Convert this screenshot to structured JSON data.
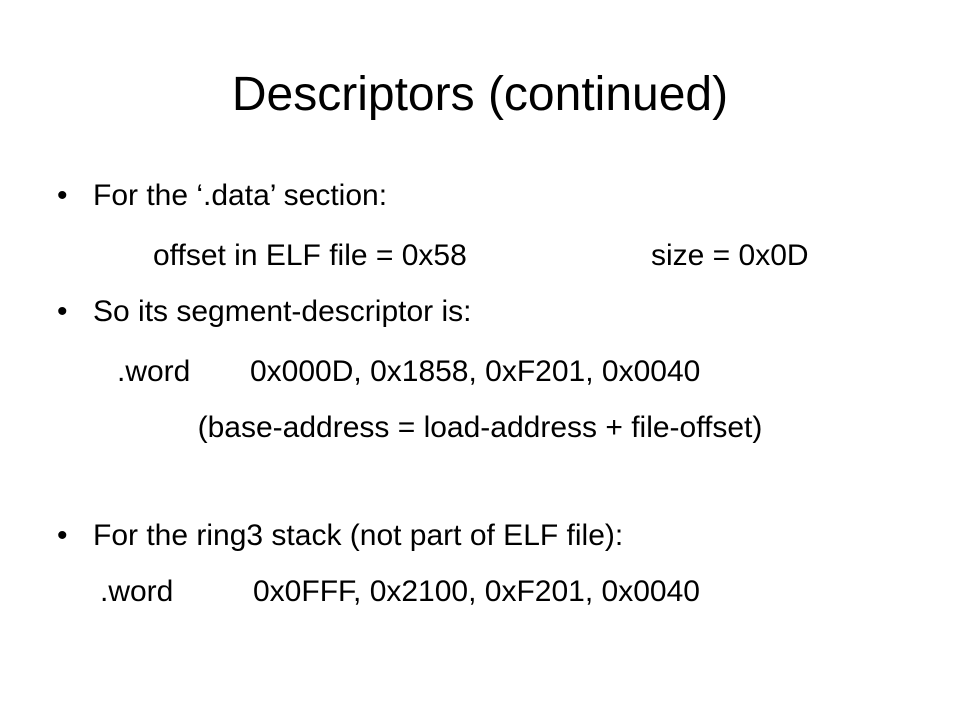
{
  "slide": {
    "title": "Descriptors (continued)",
    "bullet_glyph": "•",
    "bullets": [
      {
        "text": "For the ‘.data’ section:"
      },
      {
        "text": "So its segment-descriptor is:"
      },
      {
        "text": "For the ring3 stack (not part of ELF file):"
      }
    ],
    "sublines": {
      "data_offset": "offset in ELF file = 0x58",
      "data_size": "size = 0x0D",
      "data_word_directive": ".word",
      "data_word_values": "0x000D, 0x1858, 0xF201, 0x0040",
      "base_address_note": "(base-address = load-address + file-offset)",
      "stack_word_directive": ".word",
      "stack_word_values": "0x0FFF, 0x2100, 0xF201, 0x0040"
    }
  }
}
